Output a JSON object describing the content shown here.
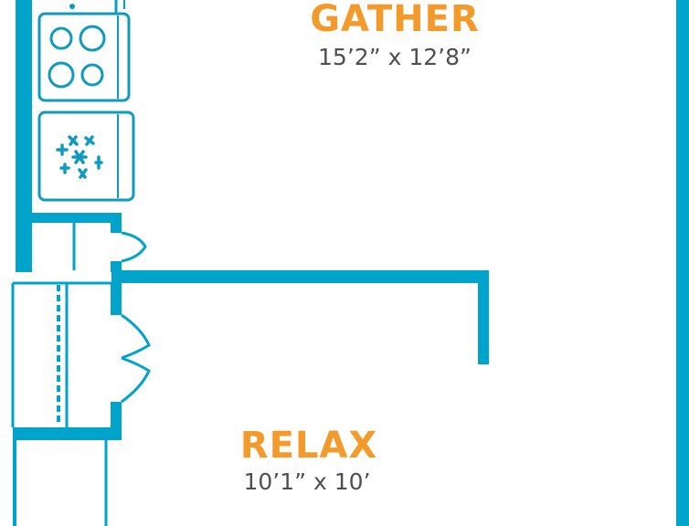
{
  "colors": {
    "wall": "#00a3c9",
    "fixture": "#0f9bbf",
    "label": "#f39a2b",
    "dimension": "#4f4f4f",
    "background": "#ffffff"
  },
  "rooms": {
    "gather": {
      "name": "GATHER",
      "dimensions": "15’2” x 12’8”"
    },
    "relax": {
      "name": "RELAX",
      "dimensions": "10’1” x 10’"
    }
  },
  "fixtures": {
    "stove": {
      "icon": "stove-icon",
      "burners": 4
    },
    "fridge": {
      "icon": "snowflake-icon"
    }
  }
}
